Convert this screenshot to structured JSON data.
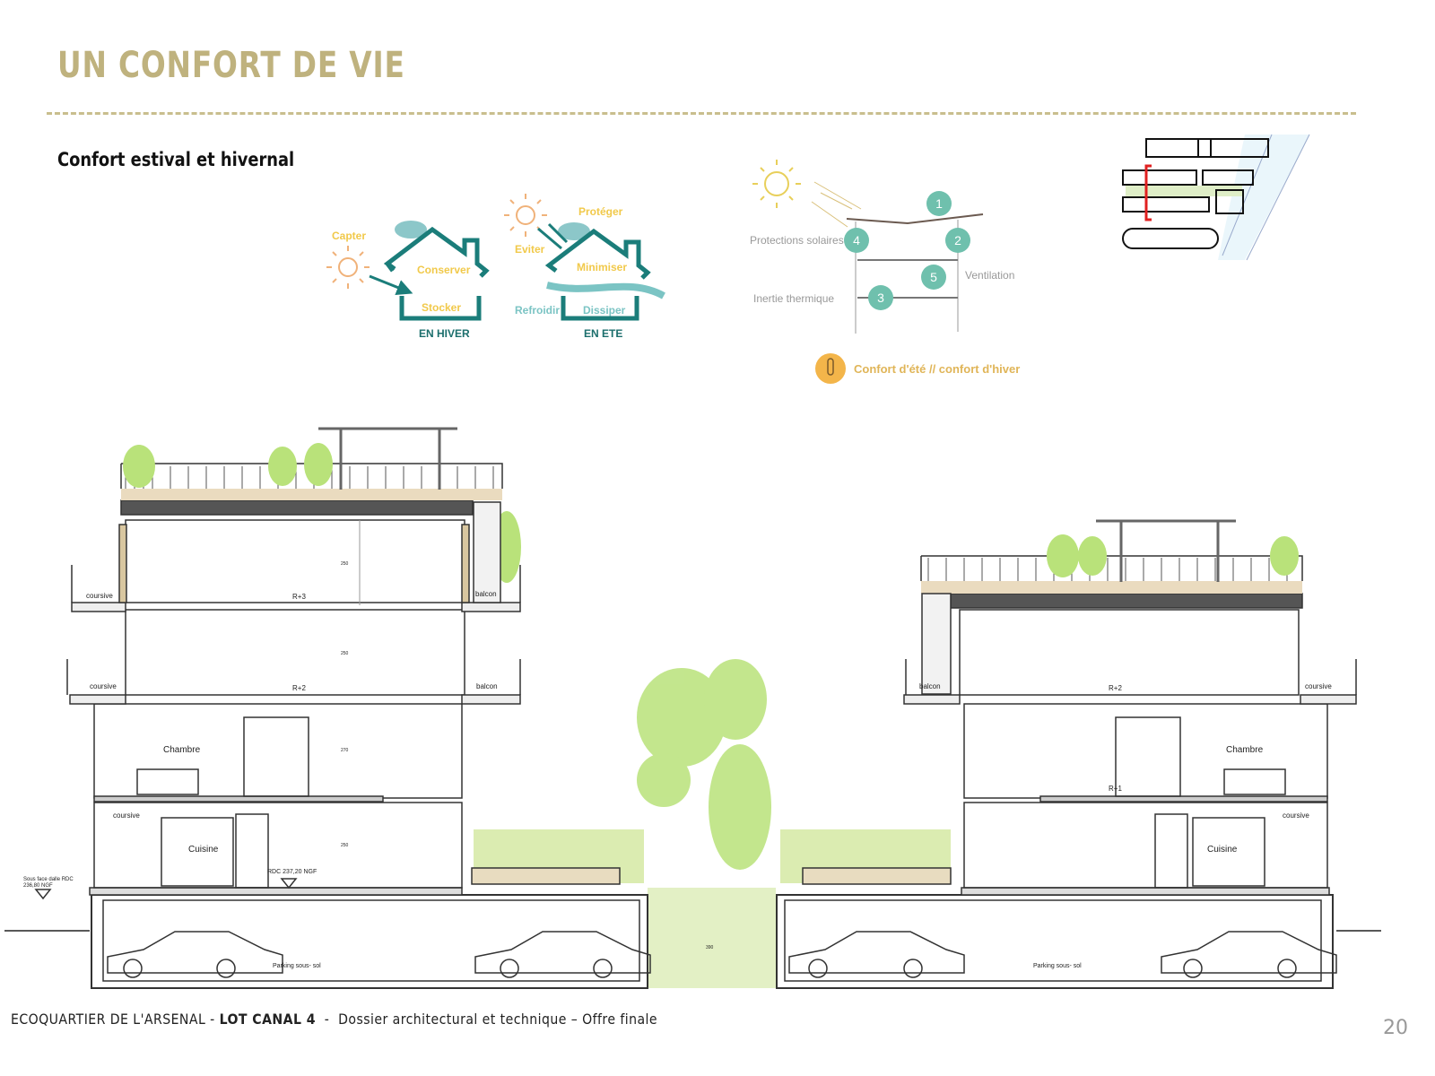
{
  "header": {
    "title": "UN CONFORT DE VIE",
    "subtitle": "Confort estival et hivernal"
  },
  "diagram_seasons": {
    "winter": {
      "capter": "Capter",
      "conserver": "Conserver",
      "stocker": "Stocker",
      "caption": "EN HIVER"
    },
    "summer": {
      "proteger": "Protéger",
      "eviter": "Eviter",
      "minimiser": "Minimiser",
      "refroidir": "Refroidir",
      "dissiper": "Dissiper",
      "caption": "EN ETE"
    }
  },
  "diagram_principles": {
    "protections": "Protections solaires",
    "ventilation": "Ventilation",
    "inertie": "Inertie thermique",
    "markers": [
      "1",
      "2",
      "3",
      "4",
      "5"
    ],
    "legend": "Confort d'été // confort d'hiver"
  },
  "section": {
    "coursive": "coursive",
    "balcon": "balcon",
    "r3": "R+3",
    "r2": "R+2",
    "r1": "R+1",
    "chambre": "Chambre",
    "cuisine": "Cuisine",
    "sous_face": "Sous face dalle RDC",
    "sous_face_level": "236,80 NGF",
    "rdc_level": "RDC 237,20 NGF",
    "parking": "Parking sous- sol",
    "h250": "250",
    "h270": "270",
    "w390": "390"
  },
  "footer": {
    "project": "ECOQUARTIER DE L'ARSENAL - ",
    "lot": "LOT CANAL 4",
    "rest": "  -  Dossier architectural et technique – Offre finale",
    "page": "20"
  },
  "colors": {
    "gold": "#bfb27e",
    "teal": "#1b7d7a",
    "sky": "#7bc4c4",
    "yellow": "#f1c94a",
    "green": "#b6de6a"
  }
}
